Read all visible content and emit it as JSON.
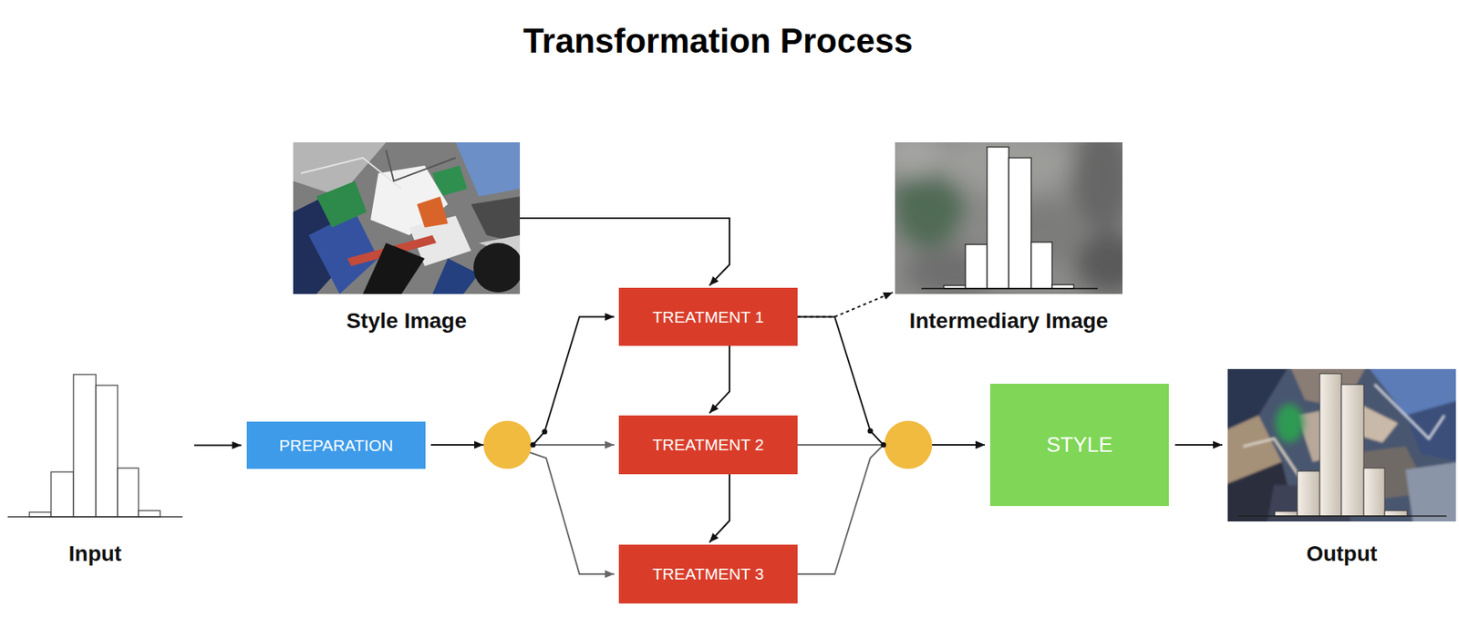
{
  "diagram": {
    "title": "Transformation Process",
    "nodes": [
      {
        "text": [
          "Input"
        ]
      },
      {
        "text": [
          "PREPARATION"
        ]
      },
      {
        "text": [
          "Style Image"
        ]
      },
      {
        "text": [
          "TREATMENT 1"
        ]
      },
      {
        "text": [
          "TREATMENT 2"
        ]
      },
      {
        "text": [
          "TREATMENT 3"
        ]
      },
      {
        "text": [
          "Intermediary Image"
        ]
      },
      {
        "text": [
          "STYLE"
        ]
      },
      {
        "text": [
          "Output"
        ]
      }
    ],
    "edges": [
      {
        "from": 0,
        "to": 1,
        "arrow": "to"
      },
      {
        "from": 1,
        "to": 3,
        "arrow": "to"
      },
      {
        "from": 1,
        "to": 4,
        "arrow": "to"
      },
      {
        "from": 1,
        "to": 5,
        "arrow": "to"
      },
      {
        "from": 2,
        "to": 3,
        "arrow": "to"
      },
      {
        "from": 3,
        "to": 4,
        "arrow": "to"
      },
      {
        "from": 4,
        "to": 5,
        "arrow": "to"
      },
      {
        "from": 3,
        "to": 6,
        "arrow": "to"
      },
      {
        "from": 3,
        "to": 7,
        "arrow": "to"
      },
      {
        "from": 4,
        "to": 7,
        "arrow": "to"
      },
      {
        "from": 5,
        "to": 7,
        "arrow": "to"
      },
      {
        "from": 7,
        "to": 8,
        "arrow": "to"
      }
    ]
  }
}
